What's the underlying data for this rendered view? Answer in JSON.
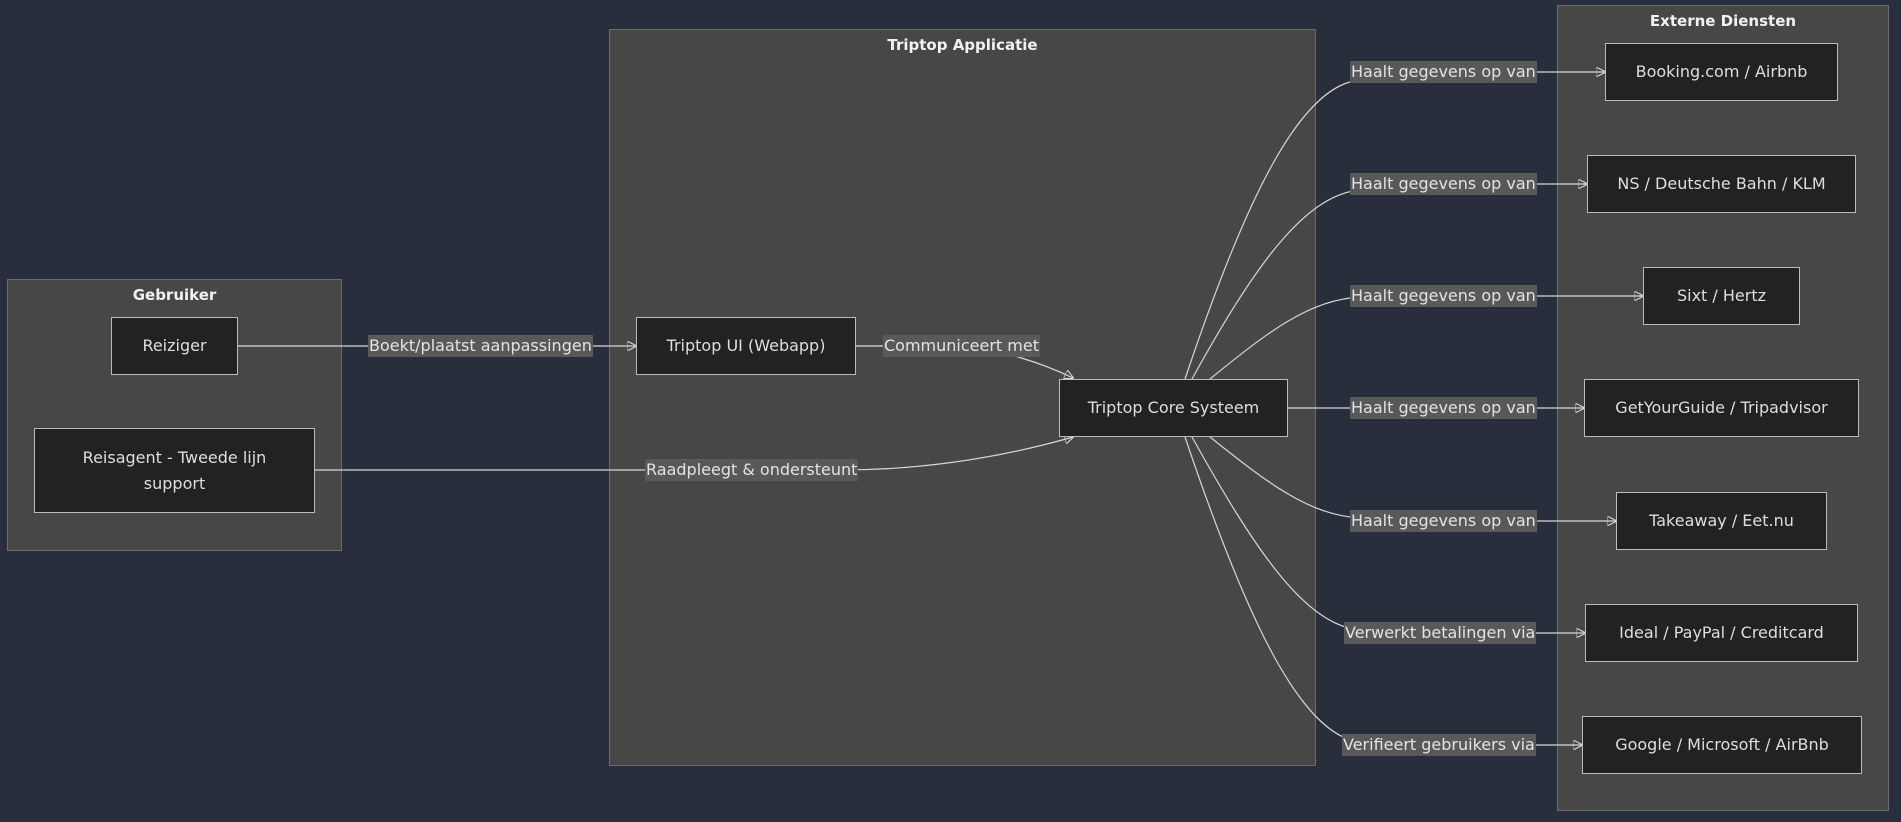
{
  "clusters": {
    "gebruiker": "Gebruiker",
    "applicatie": "Triptop Applicatie",
    "externe": "Externe Diensten"
  },
  "nodes": {
    "reiziger": "Reiziger",
    "reisagent": "Reisagent - Tweede lijn support",
    "triptop_ui": "Triptop UI (Webapp)",
    "core": "Triptop Core Systeem",
    "booking": "Booking.com / Airbnb",
    "trains": "NS / Deutsche Bahn / KLM",
    "cars": "Sixt / Hertz",
    "tours": "GetYourGuide / Tripadvisor",
    "food": "Takeaway / Eet.nu",
    "payments": "Ideal / PayPal / Creditcard",
    "auth": "Google / Microsoft / AirBnb"
  },
  "edges": {
    "reiziger_ui": "Boekt/plaatst aanpassingen",
    "ui_core": "Communiceert met",
    "agent_core": "Raadpleegt & ondersteunt",
    "core_booking": "Haalt gegevens op van",
    "core_trains": "Haalt gegevens op van",
    "core_cars": "Haalt gegevens op van",
    "core_tours": "Haalt gegevens op van",
    "core_food": "Haalt gegevens op van",
    "core_payments": "Verwerkt betalingen via",
    "core_auth": "Verifieert gebruikers via"
  },
  "colors": {
    "background": "#282e3b",
    "cluster_fill": "#474846",
    "node_fill": "#202322",
    "edge_stroke": "#d6d6d6",
    "edge_label_bg": "#585a59"
  }
}
